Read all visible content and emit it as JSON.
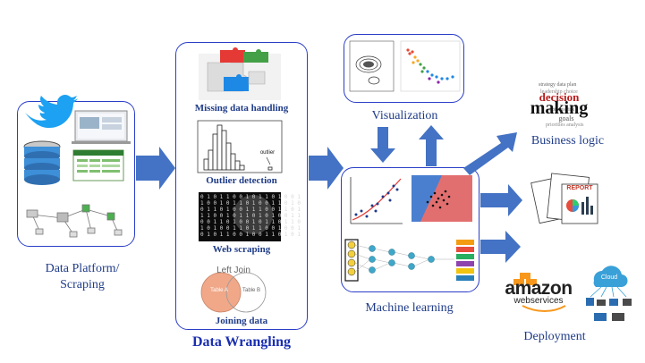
{
  "labels": {
    "data_platform": "Data Platform/",
    "scraping": "Scraping",
    "missing_data": "Missing data handling",
    "outlier": "Outlier detection",
    "web_scraping": "Web scraping",
    "joining": "Joining data",
    "data_wrangling": "Data Wrangling",
    "visualization": "Visualization",
    "machine_learning": "Machine learning",
    "business_logic": "Business logic",
    "deployment": "Deployment"
  },
  "inset_text": {
    "outlier_tag": "outlier",
    "left_join_title": "Left Join",
    "table_a": "Table A",
    "table_b": "Table B",
    "amazon": "amazon",
    "webservices": "webservices",
    "cloud": "Cloud",
    "report": "REPORT",
    "decision": "decision",
    "making": "making",
    "goals": "goals"
  },
  "colors": {
    "arrow": "#4472c4",
    "label": "#1f3c88",
    "box_border": "#2b3ec8",
    "amazon_orange": "#f7981d"
  }
}
